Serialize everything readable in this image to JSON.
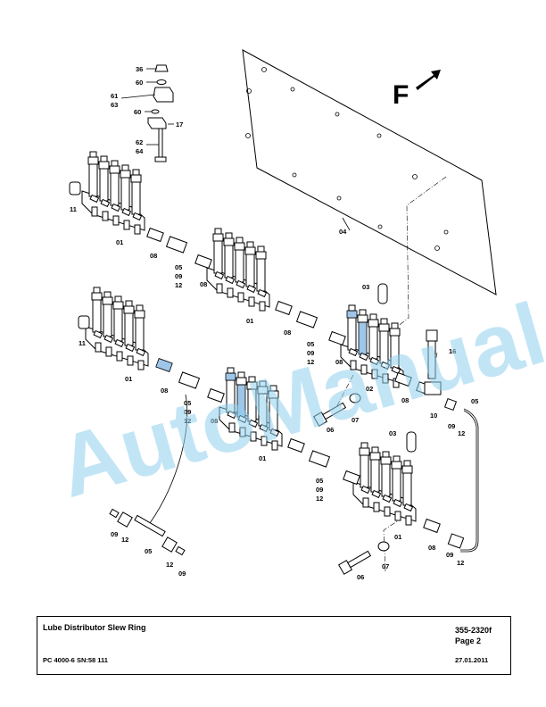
{
  "watermark": "AutoManual",
  "drawing": {
    "direction_letter": "F",
    "callouts": {
      "c36": "36",
      "c60a": "60",
      "c61": "61",
      "c63": "63",
      "c60b": "60",
      "c17": "17",
      "c62": "62",
      "c64": "64",
      "c11a": "11",
      "c01a": "01",
      "c08a": "08",
      "c05a": "05",
      "c09a": "09",
      "c12a": "12",
      "c08b": "08",
      "c04": "04",
      "c01b": "01",
      "c03a": "03",
      "c08c": "08",
      "c05b": "05",
      "c09b": "09",
      "c12b": "12",
      "c08d": "08",
      "c16": "16",
      "c11b": "11",
      "c01c": "01",
      "c08e": "08",
      "c05c": "05",
      "c09c": "09",
      "c12c": "12",
      "c08f": "08",
      "c02": "02",
      "c08g": "08",
      "c05d": "05",
      "c10": "10",
      "c09d": "09",
      "c12d": "12",
      "c07a": "07",
      "c06a": "06",
      "c01d": "01",
      "c03b": "03",
      "c05e": "05",
      "c09e": "09",
      "c12e": "12",
      "c01e": "01",
      "c08h": "08",
      "c09f": "09",
      "c12f": "12",
      "c07b": "07",
      "c06b": "06",
      "c09g": "09",
      "c12g": "12",
      "c05f": "05",
      "c12h": "12",
      "c09h": "09"
    }
  },
  "footer": {
    "title": "Lube Distributor Slew Ring",
    "doc_number": "355-2320f",
    "page": "Page 2",
    "model": "PC 4000-6 SN:58 111",
    "date": "27.01.2011"
  }
}
